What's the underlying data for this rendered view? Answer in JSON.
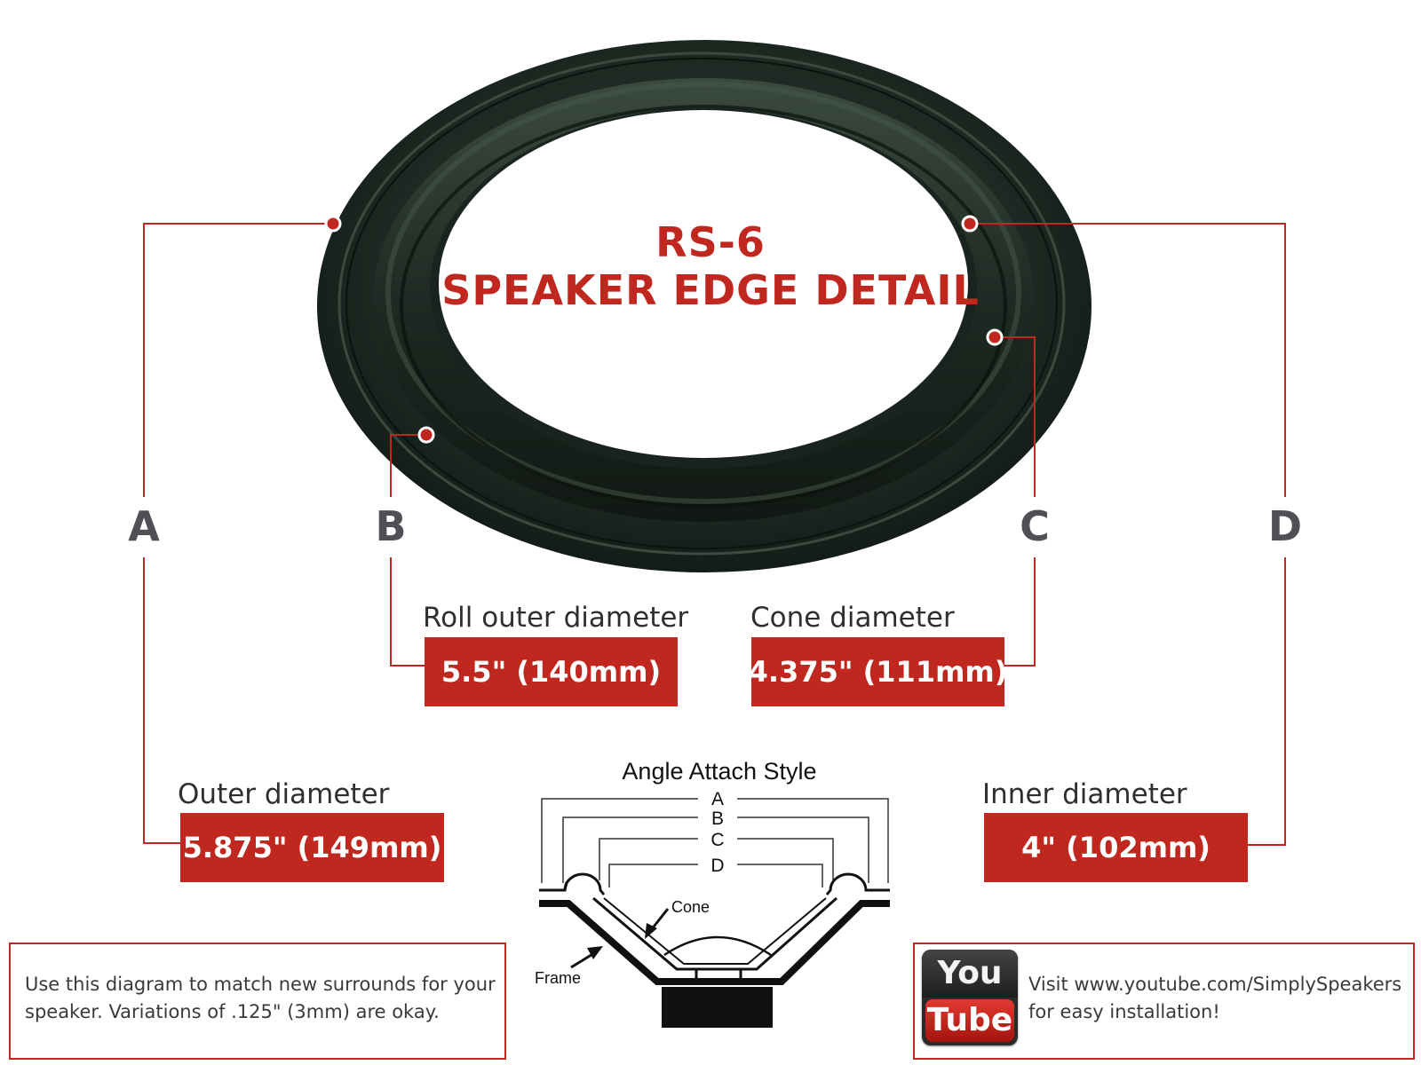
{
  "title": {
    "line1": "RS-6",
    "line2": "SPEAKER EDGE DETAIL"
  },
  "letters": {
    "a": "A",
    "b": "B",
    "c": "C",
    "d": "D"
  },
  "measurements": {
    "roll_outer": {
      "label": "Roll outer diameter",
      "value": "5.5\" (140mm)"
    },
    "cone": {
      "label": "Cone diameter",
      "value": "4.375\" (111mm)"
    },
    "outer": {
      "label": "Outer diameter",
      "value": "5.875\" (149mm)"
    },
    "inner": {
      "label": "Inner diameter",
      "value": "4\" (102mm)"
    }
  },
  "diagram": {
    "title": "Angle Attach Style",
    "letters": [
      "A",
      "B",
      "C",
      "D"
    ],
    "cone_label": "Cone",
    "frame_label": "Frame"
  },
  "note": {
    "line1": "Use this diagram to match new surrounds for your",
    "line2": "speaker. Variations of .125\" (3mm) are okay."
  },
  "youtube": {
    "logo_you": "You",
    "logo_tube": "Tube",
    "line1": "Visit www.youtube.com/SimplySpeakers",
    "line2": "for easy installation!"
  },
  "colors": {
    "accent": "#c0281f",
    "letter_gray": "#4f4f55",
    "rubber": "#1b2720"
  }
}
